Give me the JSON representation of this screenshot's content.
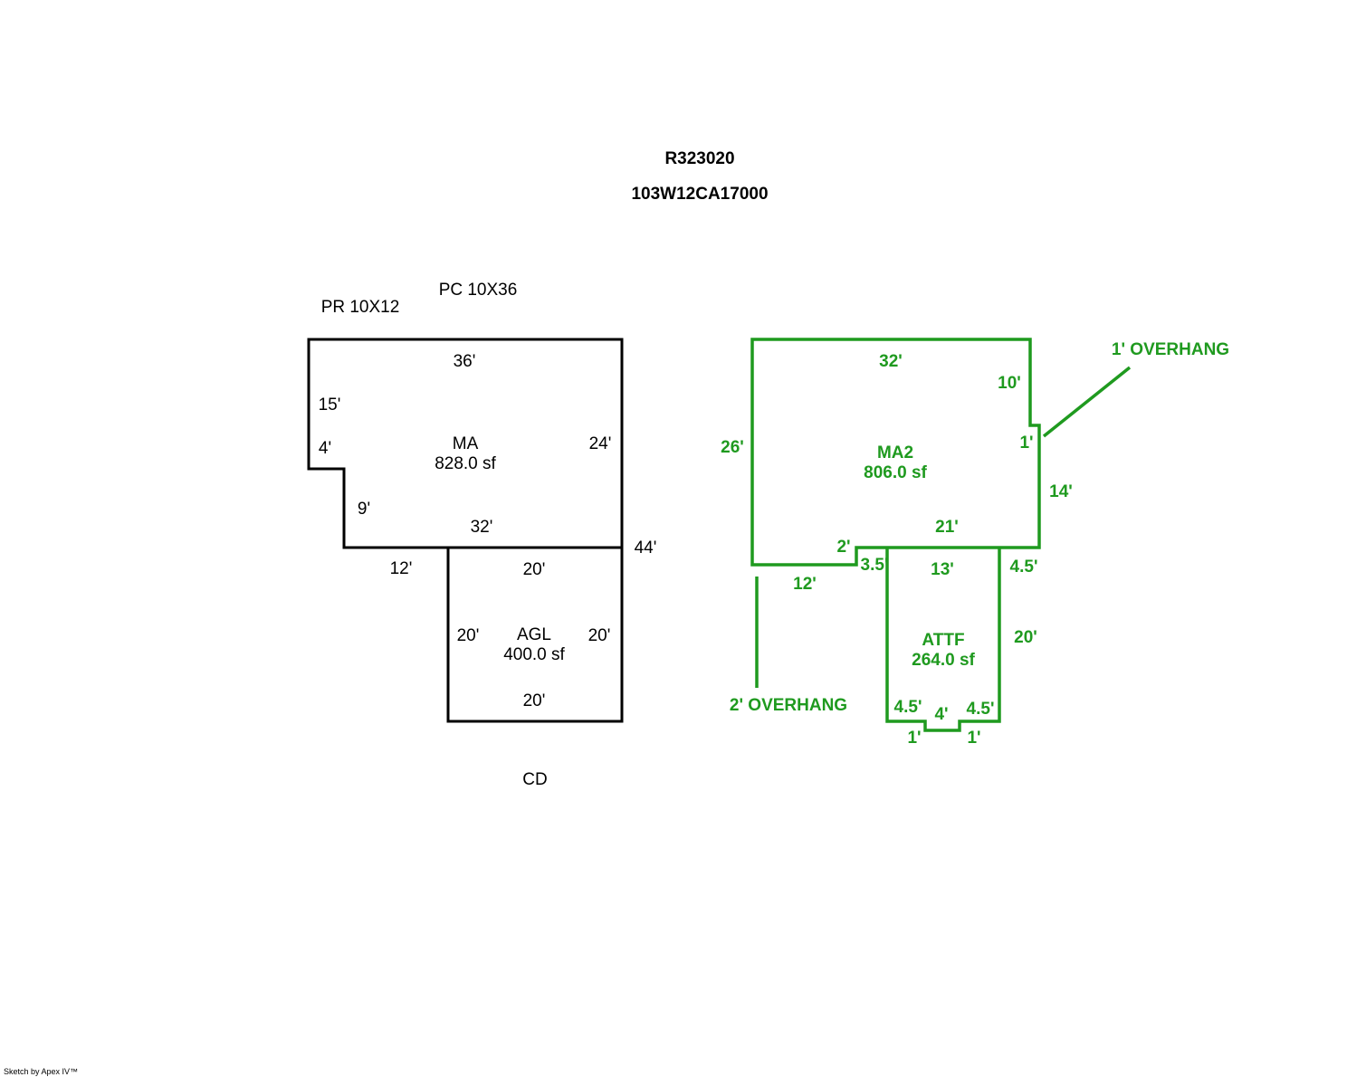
{
  "colors": {
    "black": "#000000",
    "green": "#1f9a1f",
    "background": "#ffffff"
  },
  "header": {
    "record_id": "R323020",
    "map_tax_lot": "103W12CA17000"
  },
  "sketch_a": {
    "porch_label": "PR 10X12",
    "patio_label": "PC 10X36",
    "ma": {
      "name": "MA",
      "area": "828.0 sf"
    },
    "agl": {
      "name": "AGL",
      "area": "400.0 sf"
    },
    "deck_label": "CD",
    "dims": [
      "36'",
      "15'",
      "4'",
      "24'",
      "9'",
      "32'",
      "44'",
      "12'",
      "20'",
      "20'",
      "20'",
      "20'"
    ]
  },
  "sketch_b": {
    "ma2": {
      "name": "MA2",
      "area": "806.0 sf"
    },
    "attf": {
      "name": "ATTF",
      "area": "264.0 sf"
    },
    "overhang_1": "1' OVERHANG",
    "overhang_2": "2' OVERHANG",
    "dims": [
      "32'",
      "10'",
      "1'",
      "26'",
      "14'",
      "21'",
      "2'",
      "3.5'",
      "13'",
      "4.5'",
      "12'",
      "20'",
      "4.5'",
      "4'",
      "4.5'",
      "1'",
      "1'"
    ]
  },
  "footer": {
    "credit": "Sketch by Apex IV™"
  }
}
